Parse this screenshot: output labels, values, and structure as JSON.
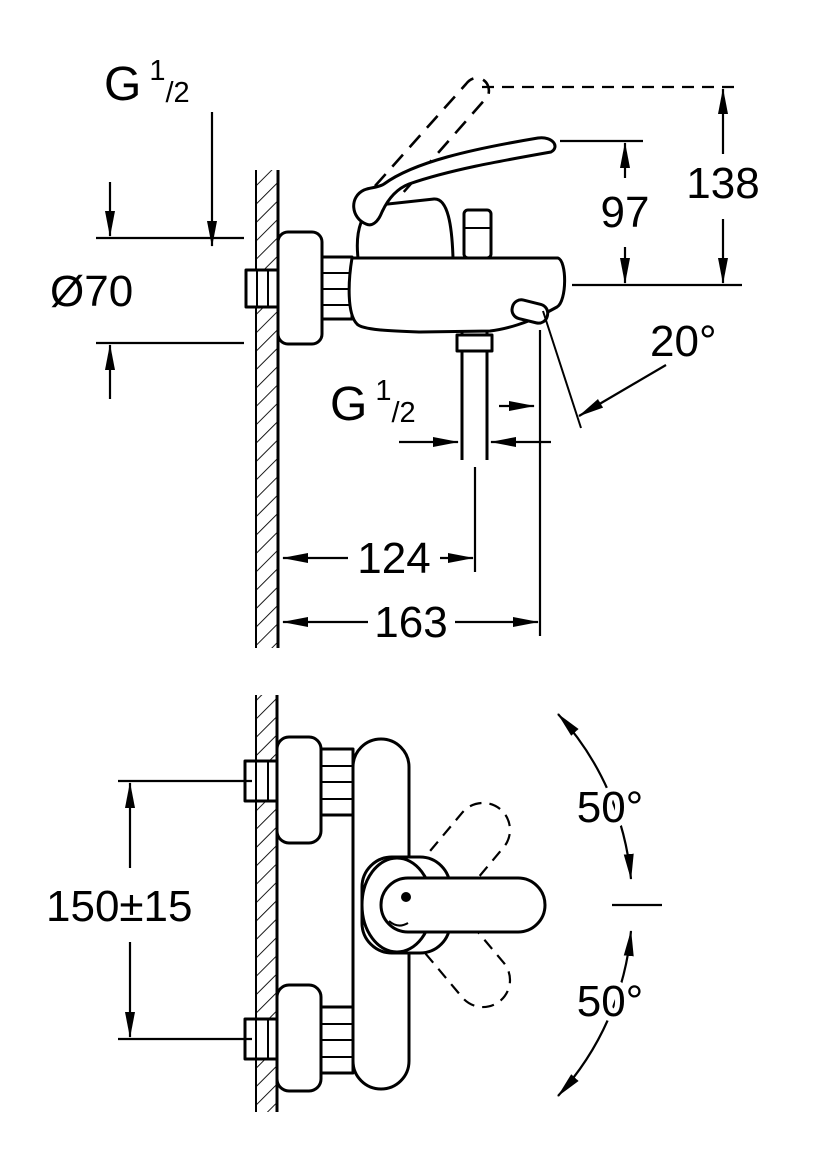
{
  "colors": {
    "line": "#000000",
    "background": "#ffffff"
  },
  "side_view": {
    "thread_wall": {
      "prefix": "G",
      "sup": "1",
      "sub": "/2"
    },
    "diameter_escutcheon": "Ø70",
    "dim_lever_height": "97",
    "dim_total_height": "138",
    "spout_angle": "20°",
    "thread_outlet": {
      "prefix": "G",
      "sup": "1",
      "sub": "/2"
    },
    "dim_outlet_projection": "124",
    "dim_spout_projection": "163"
  },
  "front_view": {
    "dim_connection_spacing": "150±15",
    "lever_swing_up": "50°",
    "lever_swing_down": "50°"
  }
}
